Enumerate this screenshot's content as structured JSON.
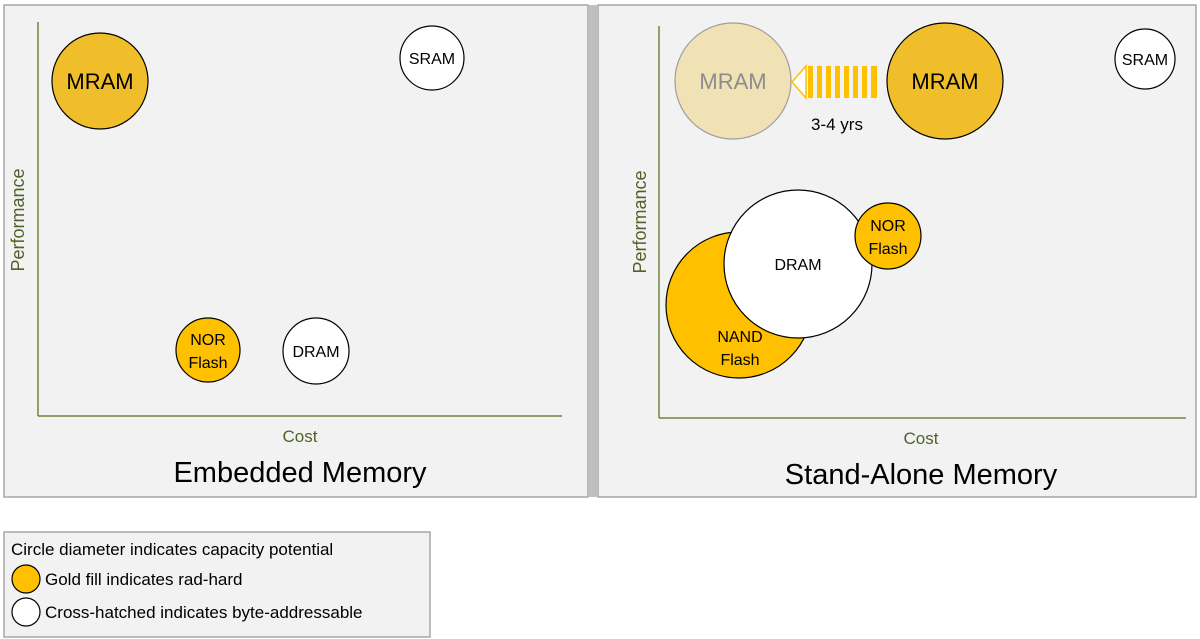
{
  "colors": {
    "panel_bg": "#f2f2f2",
    "panel_border": "#a6a6a6",
    "divider": "#bfbfbf",
    "axis": "#70883c",
    "axis_label": "#4f6228",
    "gold": "#f0bd2b",
    "gold_bright": "#ffc000",
    "faded_gold": "#f1e2b5",
    "white": "#ffffff"
  },
  "panels": {
    "embedded": {
      "title": "Embedded Memory",
      "xlabel": "Cost",
      "ylabel": "Performance",
      "circles": {
        "mram": {
          "label": "MRAM",
          "style": "gold"
        },
        "sram": {
          "label": "SRAM",
          "style": "white"
        },
        "nor": {
          "label": [
            "NOR",
            "Flash"
          ],
          "style": "gold"
        },
        "dram": {
          "label": "DRAM",
          "style": "white"
        }
      }
    },
    "standalone": {
      "title": "Stand-Alone Memory",
      "xlabel": "Cost",
      "ylabel": "Performance",
      "circles": {
        "mram_future": {
          "label": "MRAM",
          "style": "faded"
        },
        "mram": {
          "label": "MRAM",
          "style": "gold"
        },
        "sram": {
          "label": "SRAM",
          "style": "white"
        },
        "nand": {
          "label": [
            "NAND",
            "Flash"
          ],
          "style": "gold"
        },
        "dram": {
          "label": "DRAM",
          "style": "white"
        },
        "nor": {
          "label": [
            "NOR",
            "Flash"
          ],
          "style": "gold"
        }
      },
      "arrow_label": "3-4 yrs"
    }
  },
  "legend": {
    "line1": "Circle diameter indicates capacity potential",
    "line2": "Gold fill indicates rad-hard",
    "line3": "Cross-hatched indicates byte-addressable"
  }
}
